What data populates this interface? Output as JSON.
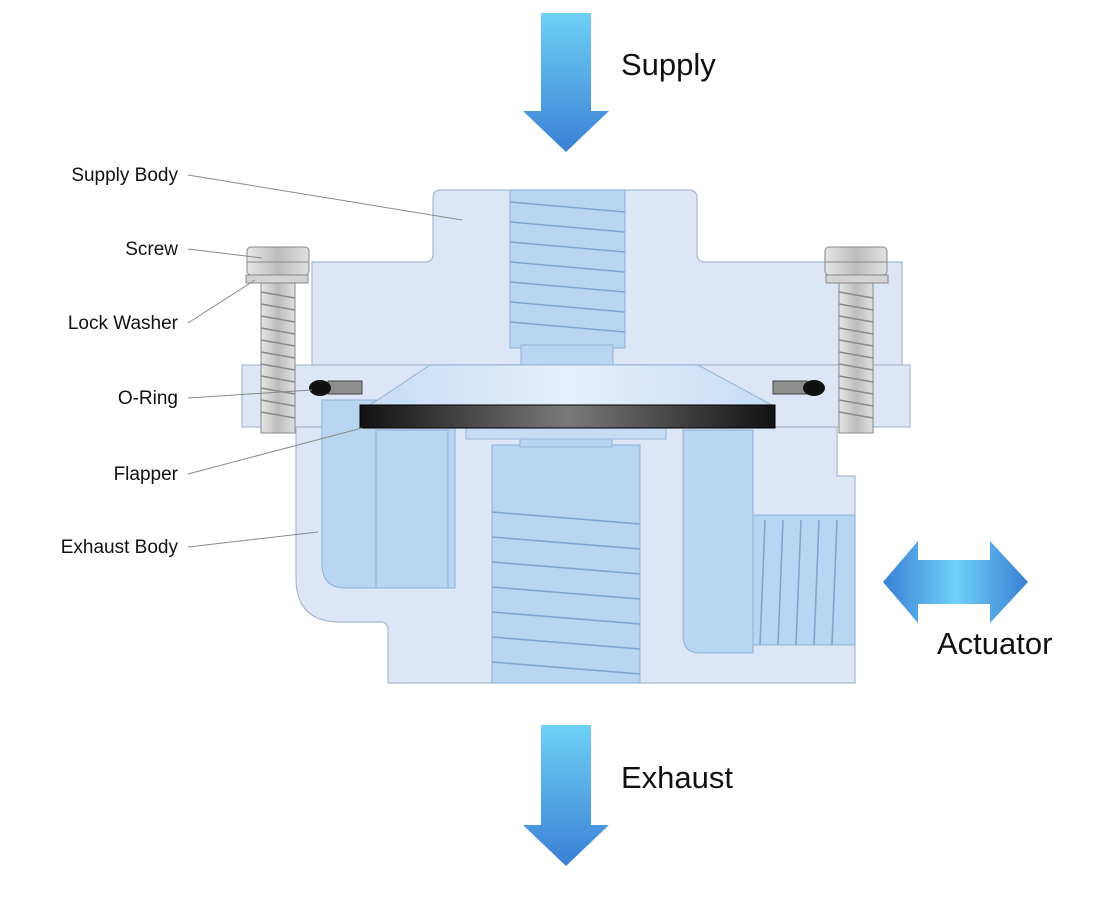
{
  "flows": {
    "supply": "Supply",
    "exhaust": "Exhaust",
    "actuator": "Actuator"
  },
  "parts": {
    "supply_body": "Supply Body",
    "screw": "Screw",
    "lock_washer": "Lock Washer",
    "o_ring": "O-Ring",
    "flapper": "Flapper",
    "exhaust_body": "Exhaust Body"
  },
  "colors": {
    "arrow_light": "#6cc6f2",
    "arrow_dark": "#3d84d6",
    "body": "#dde6f6",
    "channel": "#b8d6f1",
    "flapper": "#1b1b1b",
    "screw": "#c9c9c9"
  }
}
